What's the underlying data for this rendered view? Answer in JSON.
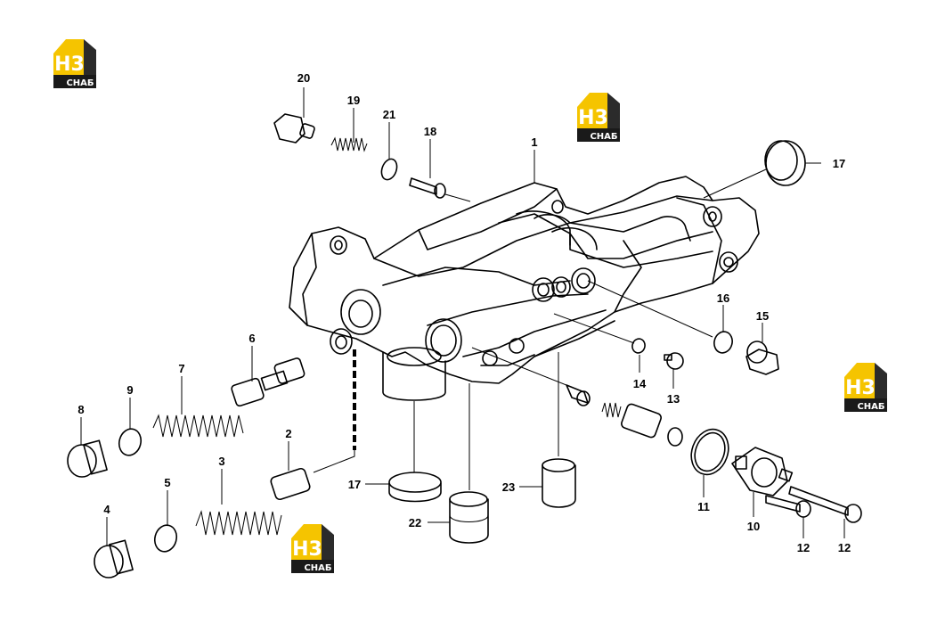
{
  "logo": {
    "mark": "H3",
    "caption": "СНАБ",
    "colors": {
      "yellow": "#f5c400",
      "dark": "#2b2b2b"
    }
  },
  "callouts": [
    "1",
    "2",
    "3",
    "4",
    "5",
    "6",
    "7",
    "8",
    "9",
    "10",
    "11",
    "12",
    "12",
    "13",
    "14",
    "15",
    "16",
    "17",
    "17",
    "18",
    "19",
    "20",
    "21",
    "22",
    "23"
  ]
}
